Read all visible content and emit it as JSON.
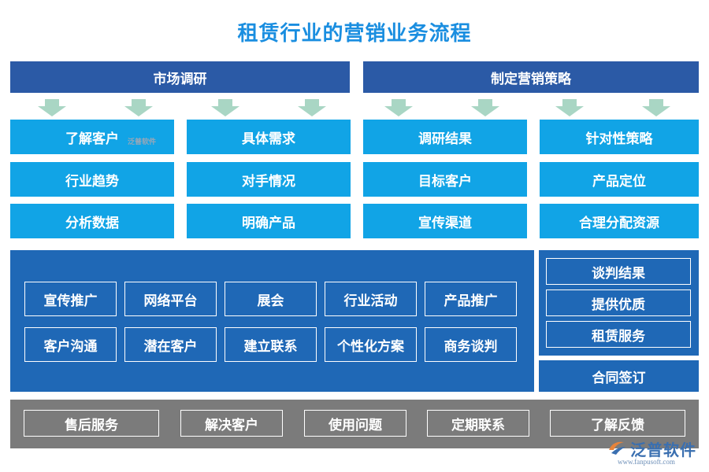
{
  "title": "租赁行业的营销业务流程",
  "headers": [
    "市场调研",
    "制定营销策略"
  ],
  "research_grid": [
    [
      "了解客户",
      "具体需求"
    ],
    [
      "行业趋势",
      "对手情况"
    ],
    [
      "分析数据",
      "明确产品"
    ]
  ],
  "strategy_grid": [
    [
      "调研结果",
      "针对性策略"
    ],
    [
      "目标客户",
      "产品定位"
    ],
    [
      "宣传渠道",
      "合理分配资源"
    ]
  ],
  "promotion": {
    "row1": [
      "宣传推广",
      "网络平台",
      "展会",
      "行业活动",
      "产品推广"
    ],
    "row2": [
      "客户沟通",
      "潜在客户",
      "建立联系",
      "个性化方案",
      "商务谈判"
    ]
  },
  "negotiation": [
    "谈判结果",
    "提供优质",
    "租赁服务"
  ],
  "contract": "合同签订",
  "after_sales": [
    "售后服务",
    "解决客户",
    "使用问题",
    "定期联系",
    "了解反馈"
  ],
  "watermark_small": "泛普软件",
  "logo": {
    "text": "泛普软件",
    "url": "www.fanpusoft.com"
  },
  "colors": {
    "title": "#1a8ee0",
    "header": "#2b5aa6",
    "cell": "#11a4e6",
    "panel": "#1f68b6",
    "gray": "#7b7b7b",
    "arrow": "#a9d6c4"
  },
  "icons": [
    "down-arrow-icon",
    "fanpu-logo-icon"
  ]
}
